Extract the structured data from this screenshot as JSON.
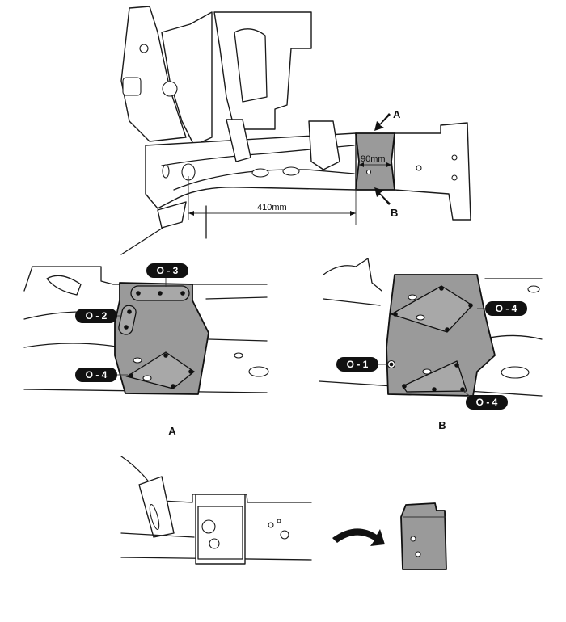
{
  "dimensions": {
    "width_90": "90mm",
    "length_410": "410mm"
  },
  "views": {
    "arrow_a": "A",
    "arrow_b": "B",
    "caption_a": "A",
    "caption_b": "B"
  },
  "callouts": {
    "a_o3": "O - 3",
    "a_o2": "O - 2",
    "a_o4": "O - 4",
    "b_o4_top": "O - 4",
    "b_o1": "O - 1",
    "b_o4_bottom": "O - 4"
  }
}
